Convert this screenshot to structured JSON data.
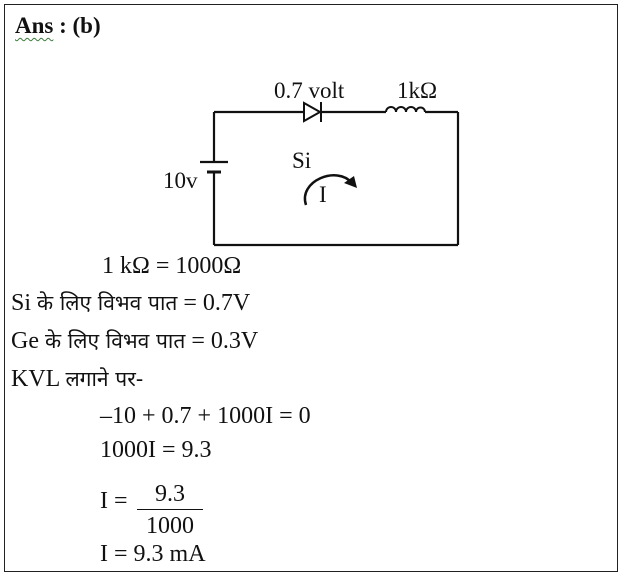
{
  "answer": {
    "prefix": "Ans",
    "rest": " : (b)"
  },
  "circuit": {
    "diode_label": "0.7 volt",
    "resistor_label": "1kΩ",
    "battery_label": "10v",
    "material_label": "Si",
    "current_label": "I"
  },
  "solution": {
    "conversion": "1 kΩ = 1000Ω",
    "si_drop": {
      "prefix": "Si ",
      "hindi": "के लिए विभव पात",
      "suffix": " = 0.7V"
    },
    "ge_drop": {
      "prefix": "Ge ",
      "hindi": "के लिए विभव पात",
      "suffix": " = 0.3V"
    },
    "kvl": {
      "prefix": "KVL ",
      "hindi": "लगाने पर-"
    },
    "equation1": "–10 + 0.7 + 1000I = 0",
    "equation2": "1000I = 9.3",
    "fraction": {
      "lhs": "I =",
      "numerator": "9.3",
      "denominator": "1000"
    },
    "result": "I = 9.3 mA"
  }
}
